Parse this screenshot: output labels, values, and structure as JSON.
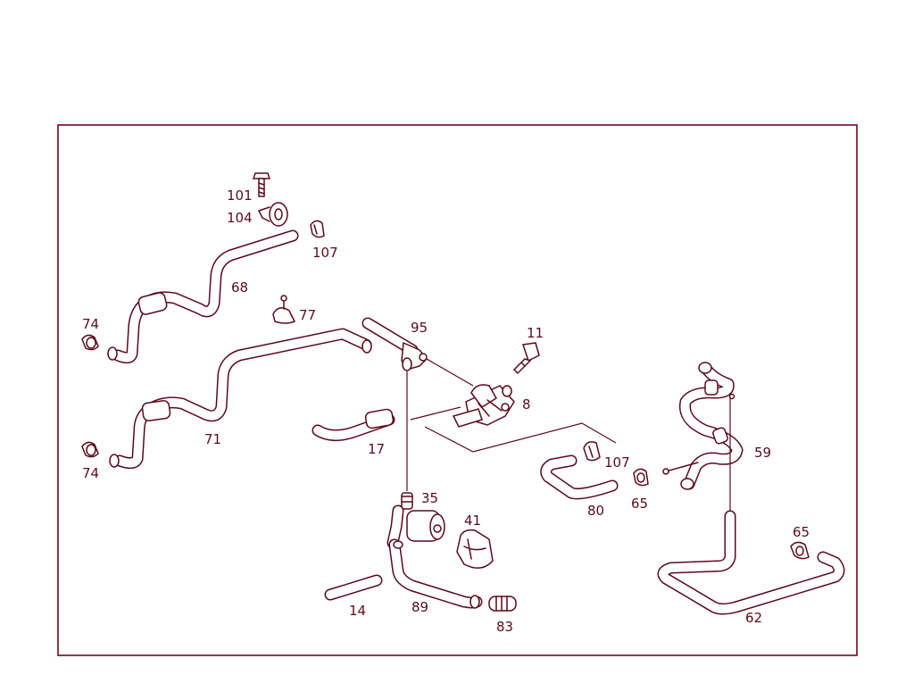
{
  "diagram": {
    "part_labels": {
      "p101": "101",
      "p104": "104",
      "p107a": "107",
      "p68": "68",
      "p77": "77",
      "p74a": "74",
      "p95": "95",
      "p11": "11",
      "p71": "71",
      "p8": "8",
      "p74b": "74",
      "p17": "17",
      "p107b": "107",
      "p59": "59",
      "p35": "35",
      "p41": "41",
      "p80": "80",
      "p65a": "65",
      "p65b": "65",
      "p14": "14",
      "p89": "89",
      "p83": "83",
      "p62": "62"
    },
    "colors": {
      "line": "#5a0a1e",
      "frame": "#6b0a22",
      "background": "#ffffff"
    }
  }
}
